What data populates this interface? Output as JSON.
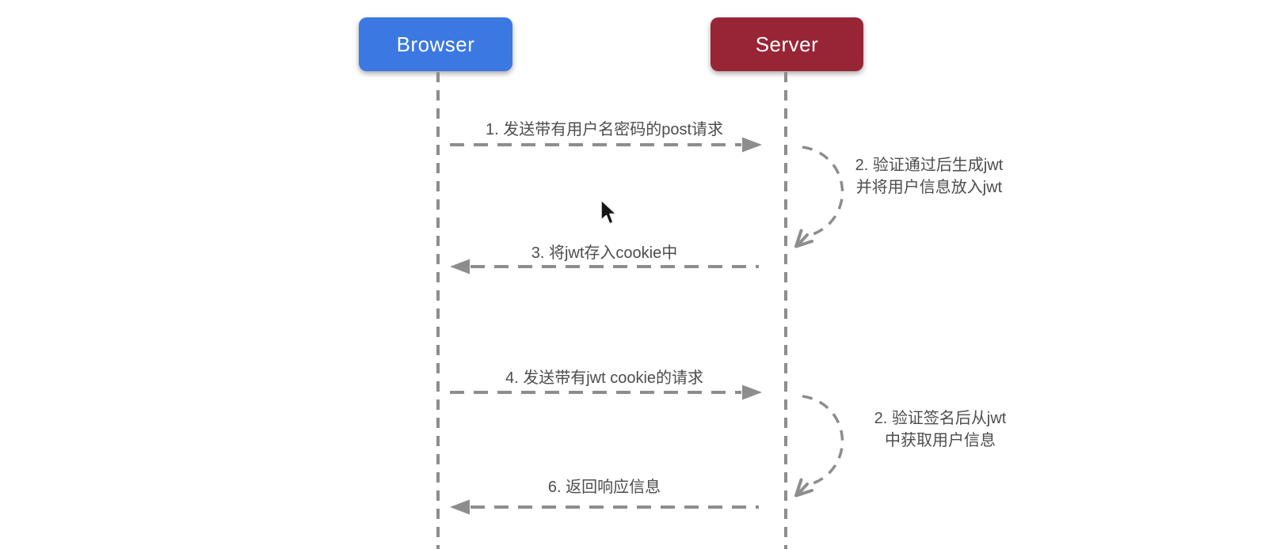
{
  "diagram": {
    "type": "sequence",
    "topic": "jwt-authentication-flow"
  },
  "actors": [
    {
      "id": "browser",
      "label": "Browser",
      "color": "#3b78e1"
    },
    {
      "id": "server",
      "label": "Server",
      "color": "#982535"
    }
  ],
  "messages": [
    {
      "id": "1",
      "from": "browser",
      "to": "server",
      "direction": "right",
      "style": "dashed",
      "text": "1. 发送带有用户名密码的post请求"
    },
    {
      "id": "2a",
      "actor": "server",
      "type": "self-loop",
      "style": "dashed",
      "lines": [
        "2. 验证通过后生成jwt",
        "并将用户信息放入jwt"
      ]
    },
    {
      "id": "3",
      "from": "server",
      "to": "browser",
      "direction": "left",
      "style": "dashed",
      "text": "3. 将jwt存入cookie中"
    },
    {
      "id": "4",
      "from": "browser",
      "to": "server",
      "direction": "right",
      "style": "dashed",
      "text": "4. 发送带有jwt cookie的请求"
    },
    {
      "id": "2b",
      "actor": "server",
      "type": "self-loop",
      "style": "dashed",
      "lines": [
        "2. 验证签名后从jwt",
        "中获取用户信息"
      ]
    },
    {
      "id": "6",
      "from": "server",
      "to": "browser",
      "direction": "left",
      "style": "dashed",
      "text": "6. 返回响应信息"
    }
  ],
  "colors": {
    "line": "#8d8d8d",
    "text": "#4d4d4d",
    "actor_text": "#ffffff",
    "background": "#ffffff"
  }
}
